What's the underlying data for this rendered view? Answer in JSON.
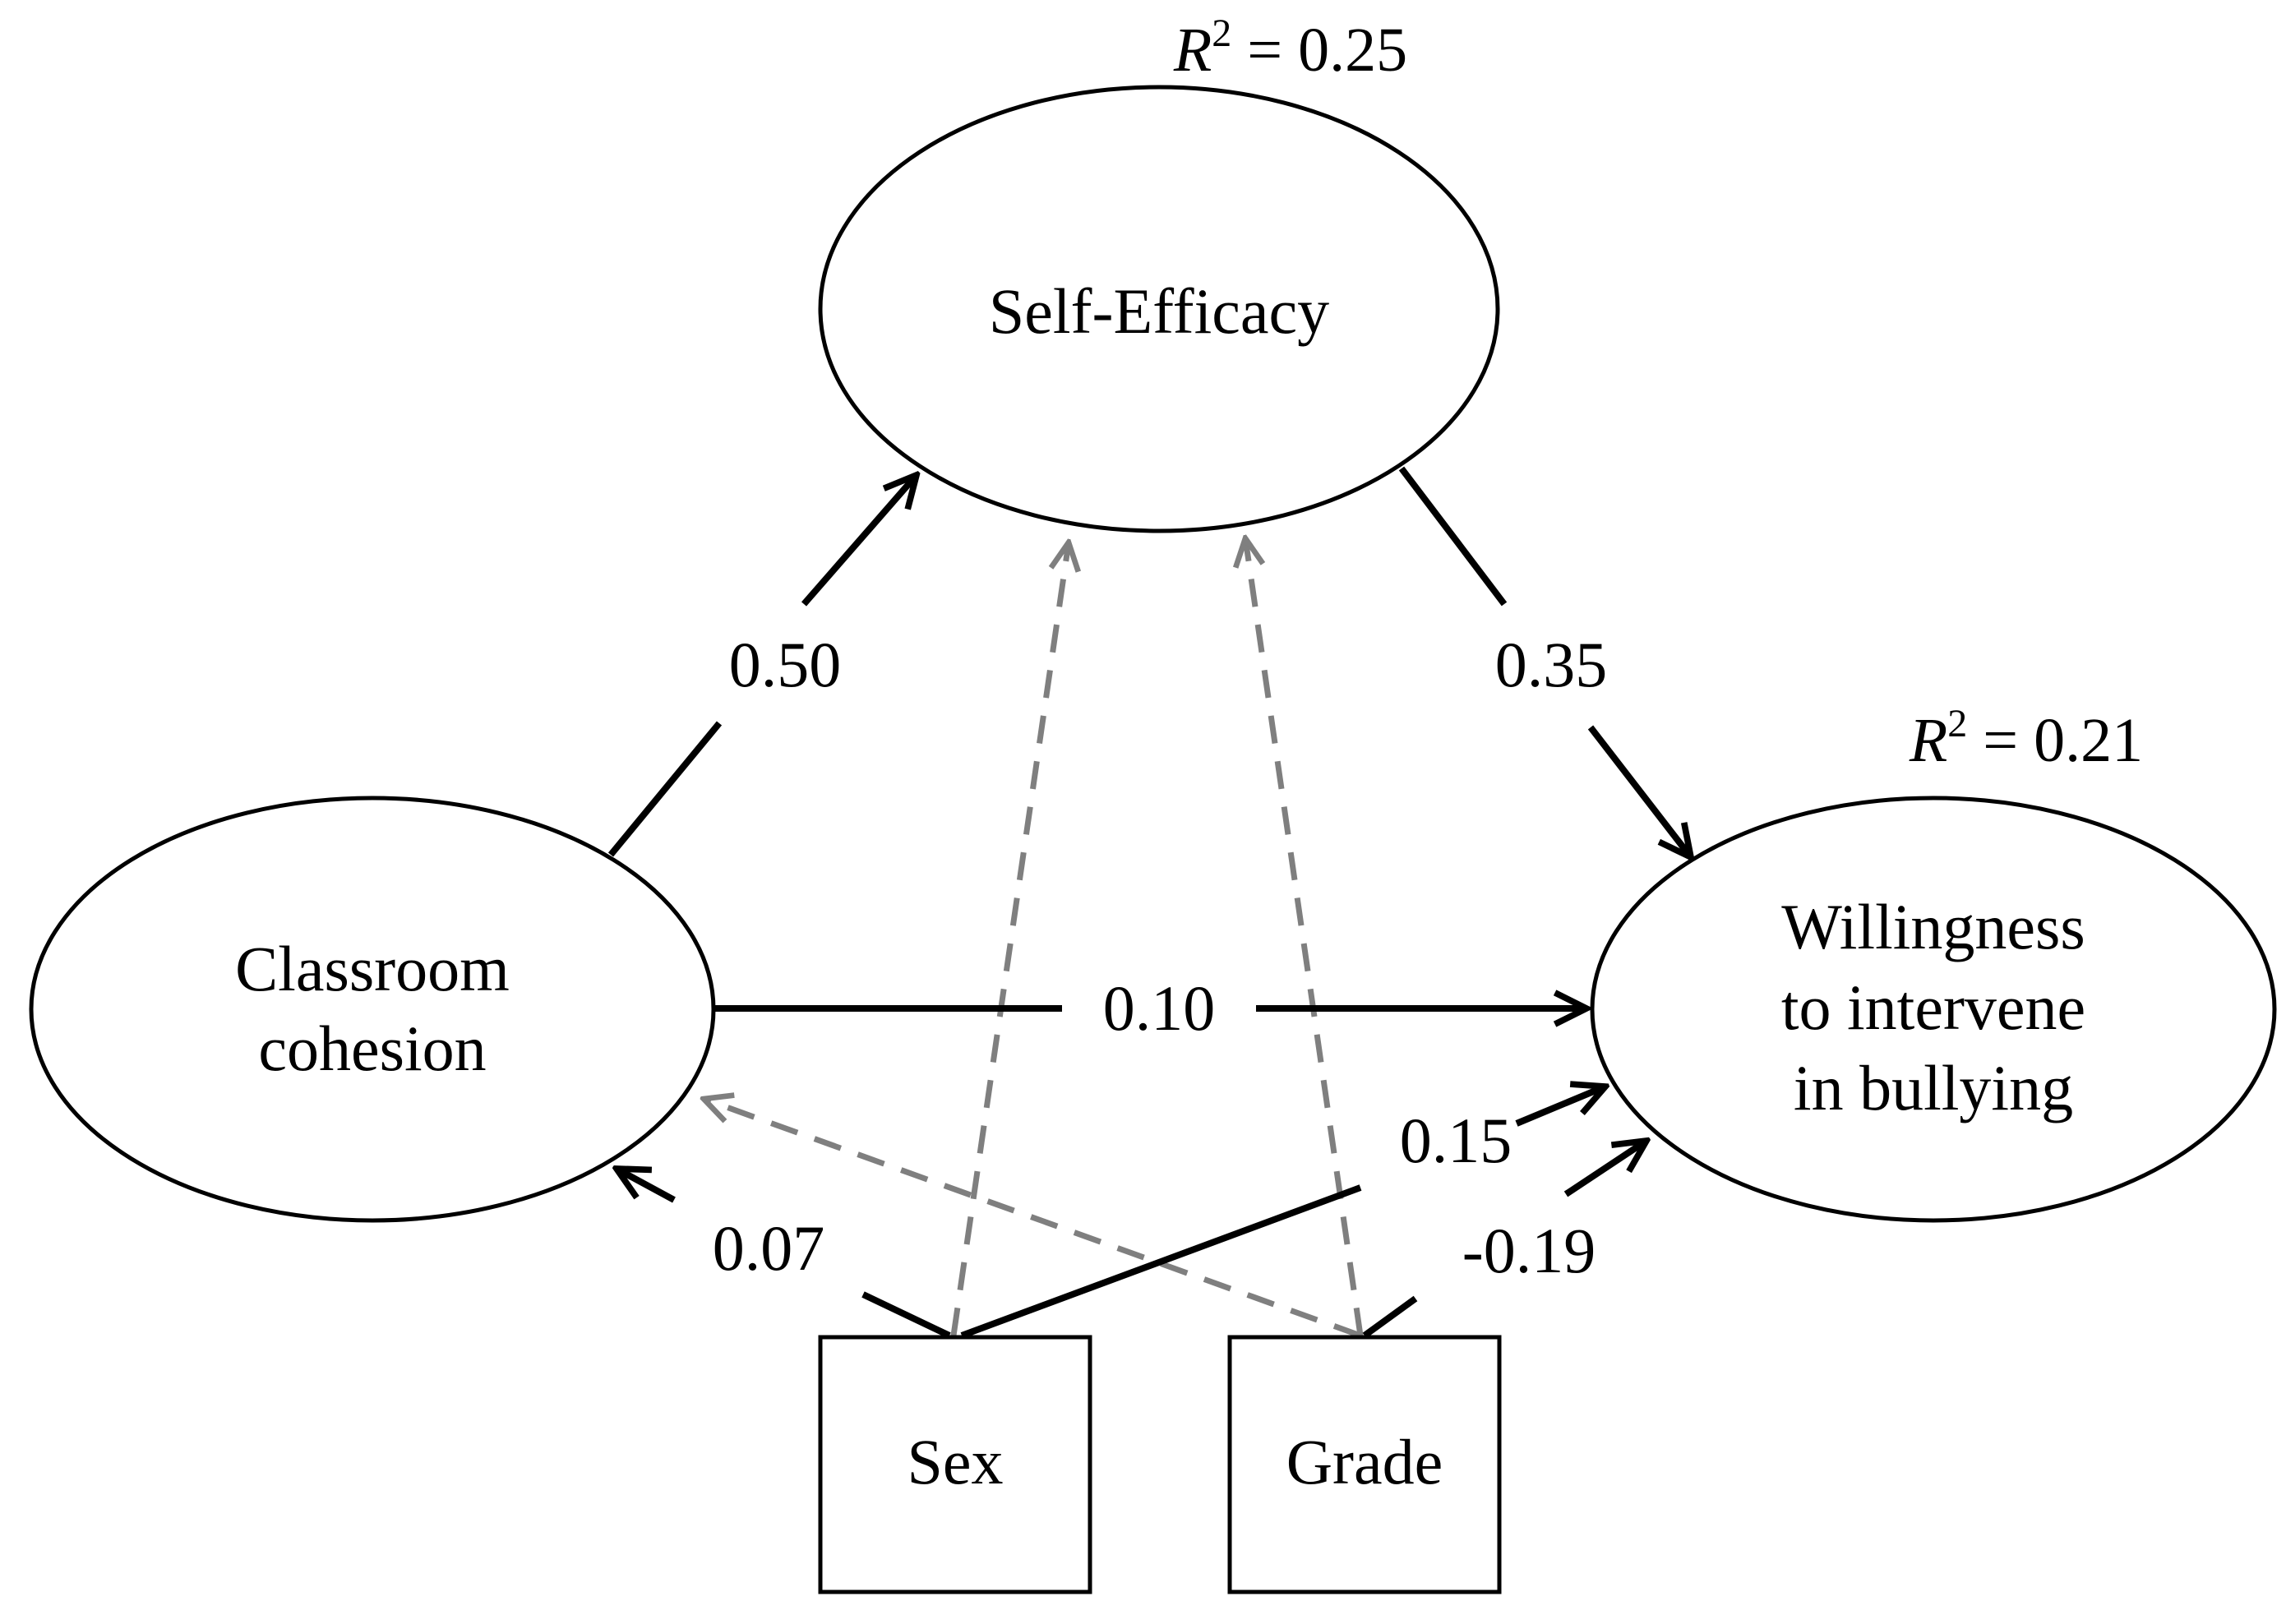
{
  "nodes": {
    "self_efficacy": {
      "label": "Self-Efficacy"
    },
    "classroom_cohesion": {
      "lines": [
        "Classroom",
        "cohesion"
      ]
    },
    "willingness": {
      "lines": [
        "Willingness",
        "to intervene",
        "in bullying"
      ]
    },
    "sex": {
      "label": "Sex"
    },
    "grade": {
      "label": "Grade"
    }
  },
  "r_squared": {
    "self_efficacy": {
      "symbol": "R",
      "exponent": "2",
      "value": " = 0.25"
    },
    "willingness": {
      "symbol": "R",
      "exponent": "2",
      "value": " = 0.21"
    }
  },
  "paths": [
    {
      "from": "Classroom cohesion",
      "to": "Self-Efficacy",
      "coefficient": "0.50",
      "style": "solid"
    },
    {
      "from": "Self-Efficacy",
      "to": "Willingness to intervene in bullying",
      "coefficient": "0.35",
      "style": "solid"
    },
    {
      "from": "Classroom cohesion",
      "to": "Willingness to intervene in bullying",
      "coefficient": "0.10",
      "style": "solid"
    },
    {
      "from": "Sex",
      "to": "Willingness to intervene in bullying",
      "coefficient": "0.15",
      "style": "solid"
    },
    {
      "from": "Grade",
      "to": "Willingness to intervene in bullying",
      "coefficient": "-0.19",
      "style": "solid"
    },
    {
      "from": "Sex",
      "to": "Classroom cohesion",
      "coefficient": "0.07",
      "style": "solid"
    },
    {
      "from": "Sex",
      "to": "Self-Efficacy",
      "coefficient": "",
      "style": "dashed"
    },
    {
      "from": "Grade",
      "to": "Self-Efficacy",
      "coefficient": "",
      "style": "dashed"
    },
    {
      "from": "Grade",
      "to": "Classroom cohesion",
      "coefficient": "",
      "style": "dashed"
    }
  ],
  "colors": {
    "significant_path": "#000000",
    "nonsignificant_path": "#7f7f7f",
    "background": "#ffffff"
  }
}
